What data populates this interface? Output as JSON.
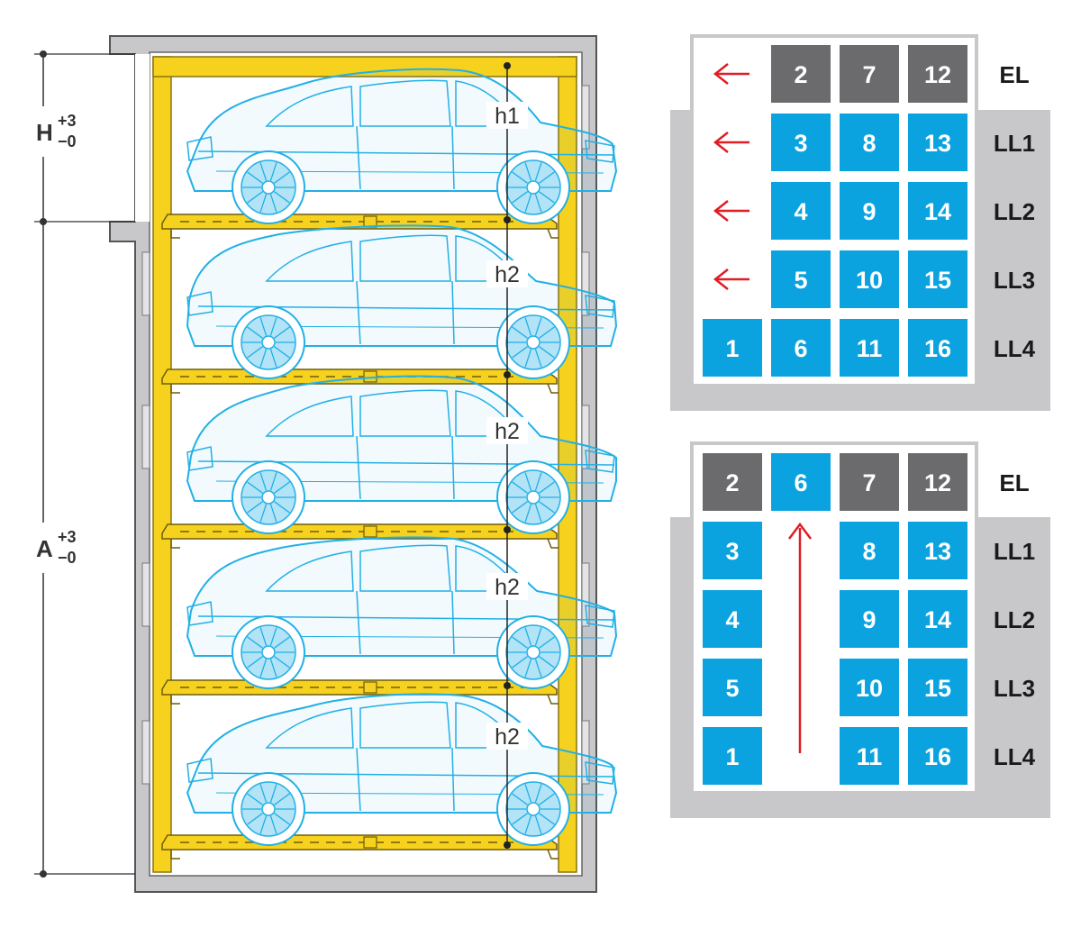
{
  "colors": {
    "car_blue": "#22b0e6",
    "slot_blue": "#0aa3e0",
    "slot_gray": "#6b6b6e",
    "rack_yellow": "#f6d21e",
    "wall_gray": "#c8c8ca",
    "arrow_red": "#e01c24",
    "text_dark": "#333333"
  },
  "section": {
    "dim_top": {
      "letter": "H",
      "sup": "+3",
      "sub": "−0"
    },
    "dim_main": {
      "letter": "A",
      "sup": "+3",
      "sub": "−0"
    },
    "level_heights": [
      "h1",
      "h2",
      "h2",
      "h2",
      "h2"
    ],
    "car_icon": "car-side-icon"
  },
  "plan_top": {
    "rows": [
      {
        "level": "EL",
        "arrow": "arrow-left-icon",
        "cells": [
          null,
          {
            "label": "2",
            "state": "gray"
          },
          {
            "label": "7",
            "state": "gray"
          },
          {
            "label": "12",
            "state": "gray"
          }
        ]
      },
      {
        "level": "LL1",
        "arrow": "arrow-left-icon",
        "cells": [
          null,
          {
            "label": "3",
            "state": "blue"
          },
          {
            "label": "8",
            "state": "blue"
          },
          {
            "label": "13",
            "state": "blue"
          }
        ]
      },
      {
        "level": "LL2",
        "arrow": "arrow-left-icon",
        "cells": [
          null,
          {
            "label": "4",
            "state": "blue"
          },
          {
            "label": "9",
            "state": "blue"
          },
          {
            "label": "14",
            "state": "blue"
          }
        ]
      },
      {
        "level": "LL3",
        "arrow": "arrow-left-icon",
        "cells": [
          null,
          {
            "label": "5",
            "state": "blue"
          },
          {
            "label": "10",
            "state": "blue"
          },
          {
            "label": "15",
            "state": "blue"
          }
        ]
      },
      {
        "level": "LL4",
        "arrow": null,
        "cells": [
          {
            "label": "1",
            "state": "blue"
          },
          {
            "label": "6",
            "state": "blue"
          },
          {
            "label": "11",
            "state": "blue"
          },
          {
            "label": "16",
            "state": "blue"
          }
        ]
      }
    ]
  },
  "plan_bottom": {
    "arrow": "arrow-up-icon",
    "rows": [
      {
        "level": "EL",
        "cells": [
          {
            "label": "2",
            "state": "gray"
          },
          {
            "label": "6",
            "state": "blue"
          },
          {
            "label": "7",
            "state": "gray"
          },
          {
            "label": "12",
            "state": "gray"
          }
        ]
      },
      {
        "level": "LL1",
        "cells": [
          {
            "label": "3",
            "state": "blue"
          },
          null,
          {
            "label": "8",
            "state": "blue"
          },
          {
            "label": "13",
            "state": "blue"
          }
        ]
      },
      {
        "level": "LL2",
        "cells": [
          {
            "label": "4",
            "state": "blue"
          },
          null,
          {
            "label": "9",
            "state": "blue"
          },
          {
            "label": "14",
            "state": "blue"
          }
        ]
      },
      {
        "level": "LL3",
        "cells": [
          {
            "label": "5",
            "state": "blue"
          },
          null,
          {
            "label": "10",
            "state": "blue"
          },
          {
            "label": "15",
            "state": "blue"
          }
        ]
      },
      {
        "level": "LL4",
        "cells": [
          {
            "label": "1",
            "state": "blue"
          },
          null,
          {
            "label": "11",
            "state": "blue"
          },
          {
            "label": "16",
            "state": "blue"
          }
        ]
      }
    ]
  }
}
